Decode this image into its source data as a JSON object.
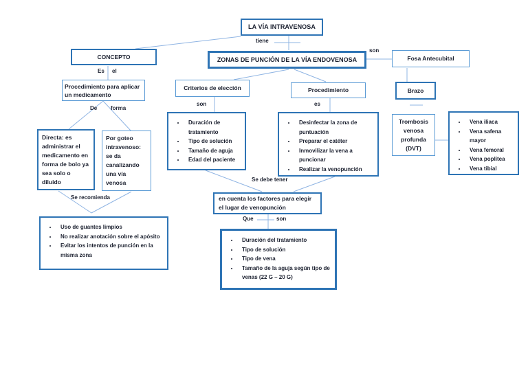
{
  "colors": {
    "border_strong": "#2e74b5",
    "border_light": "#5b9bd5",
    "connector_line": "#8fb4e3",
    "text": "#1c2130",
    "background": "#ffffff"
  },
  "title": "LA VÍA INTRAVENOSA",
  "connector_labels": {
    "tiene": "tiene",
    "son_top": "son",
    "es_word": "Es",
    "el_word": "el",
    "de_word": "De",
    "forma_word": "forma",
    "son_criterios": "son",
    "es_procedimiento": "es",
    "se_recomienda": "Se recomienda",
    "se_debe_tener": "Se debe tener",
    "que_word": "Que",
    "son_bottom": "son"
  },
  "boxes": {
    "concepto": {
      "label": "CONCEPTO"
    },
    "zonas": {
      "label": "ZONAS DE PUNCIÓN DE LA VÍA ENDOVENOSA"
    },
    "fosa_antecubital": {
      "label": "Fosa Antecubital"
    },
    "procedimiento_aplicar": {
      "label": "Procedimiento para aplicar un medicamento"
    },
    "criterios_eleccion": {
      "label": "Criterios de elección"
    },
    "procedimiento": {
      "label": "Procedimiento"
    },
    "directa": {
      "label": "Directa: es administrar el medicamento en forma de bolo ya sea solo o diluido"
    },
    "por_goteo": {
      "label": "Por goteo intravenoso: se da canalizando una vía venosa"
    },
    "brazo": {
      "label": "Brazo"
    },
    "trombosis": {
      "label": "Trombosis venosa profunda (DVT)"
    },
    "factores_intro": {
      "label": "en cuenta los factores para elegir el lugar de venopunción"
    }
  },
  "lists": {
    "criterios": [
      "Duración de tratamiento",
      "Tipo de solución",
      "Tamaño de aguja",
      "Edad del paciente"
    ],
    "procedimiento_pasos": [
      "Desinfectar la zona de puntuación",
      "Preparar el catéter",
      "Inmovilizar la vena a puncionar",
      "Realizar la venopunción"
    ],
    "recomendaciones": [
      "Uso de guantes limpios",
      "No realizar anotación sobre el apósito",
      "Evitar los intentos de punción en la misma zona"
    ],
    "factores": [
      "Duración del tratamiento",
      "Tipo de solución",
      "Tipo de vena",
      "Tamaño de la aguja según tipo de venas (22 G – 20 G)"
    ],
    "venas": [
      "Vena iliaca",
      "Vena safena mayor",
      "Vena femoral",
      "Vena poplítea",
      "Vena tibial"
    ]
  }
}
